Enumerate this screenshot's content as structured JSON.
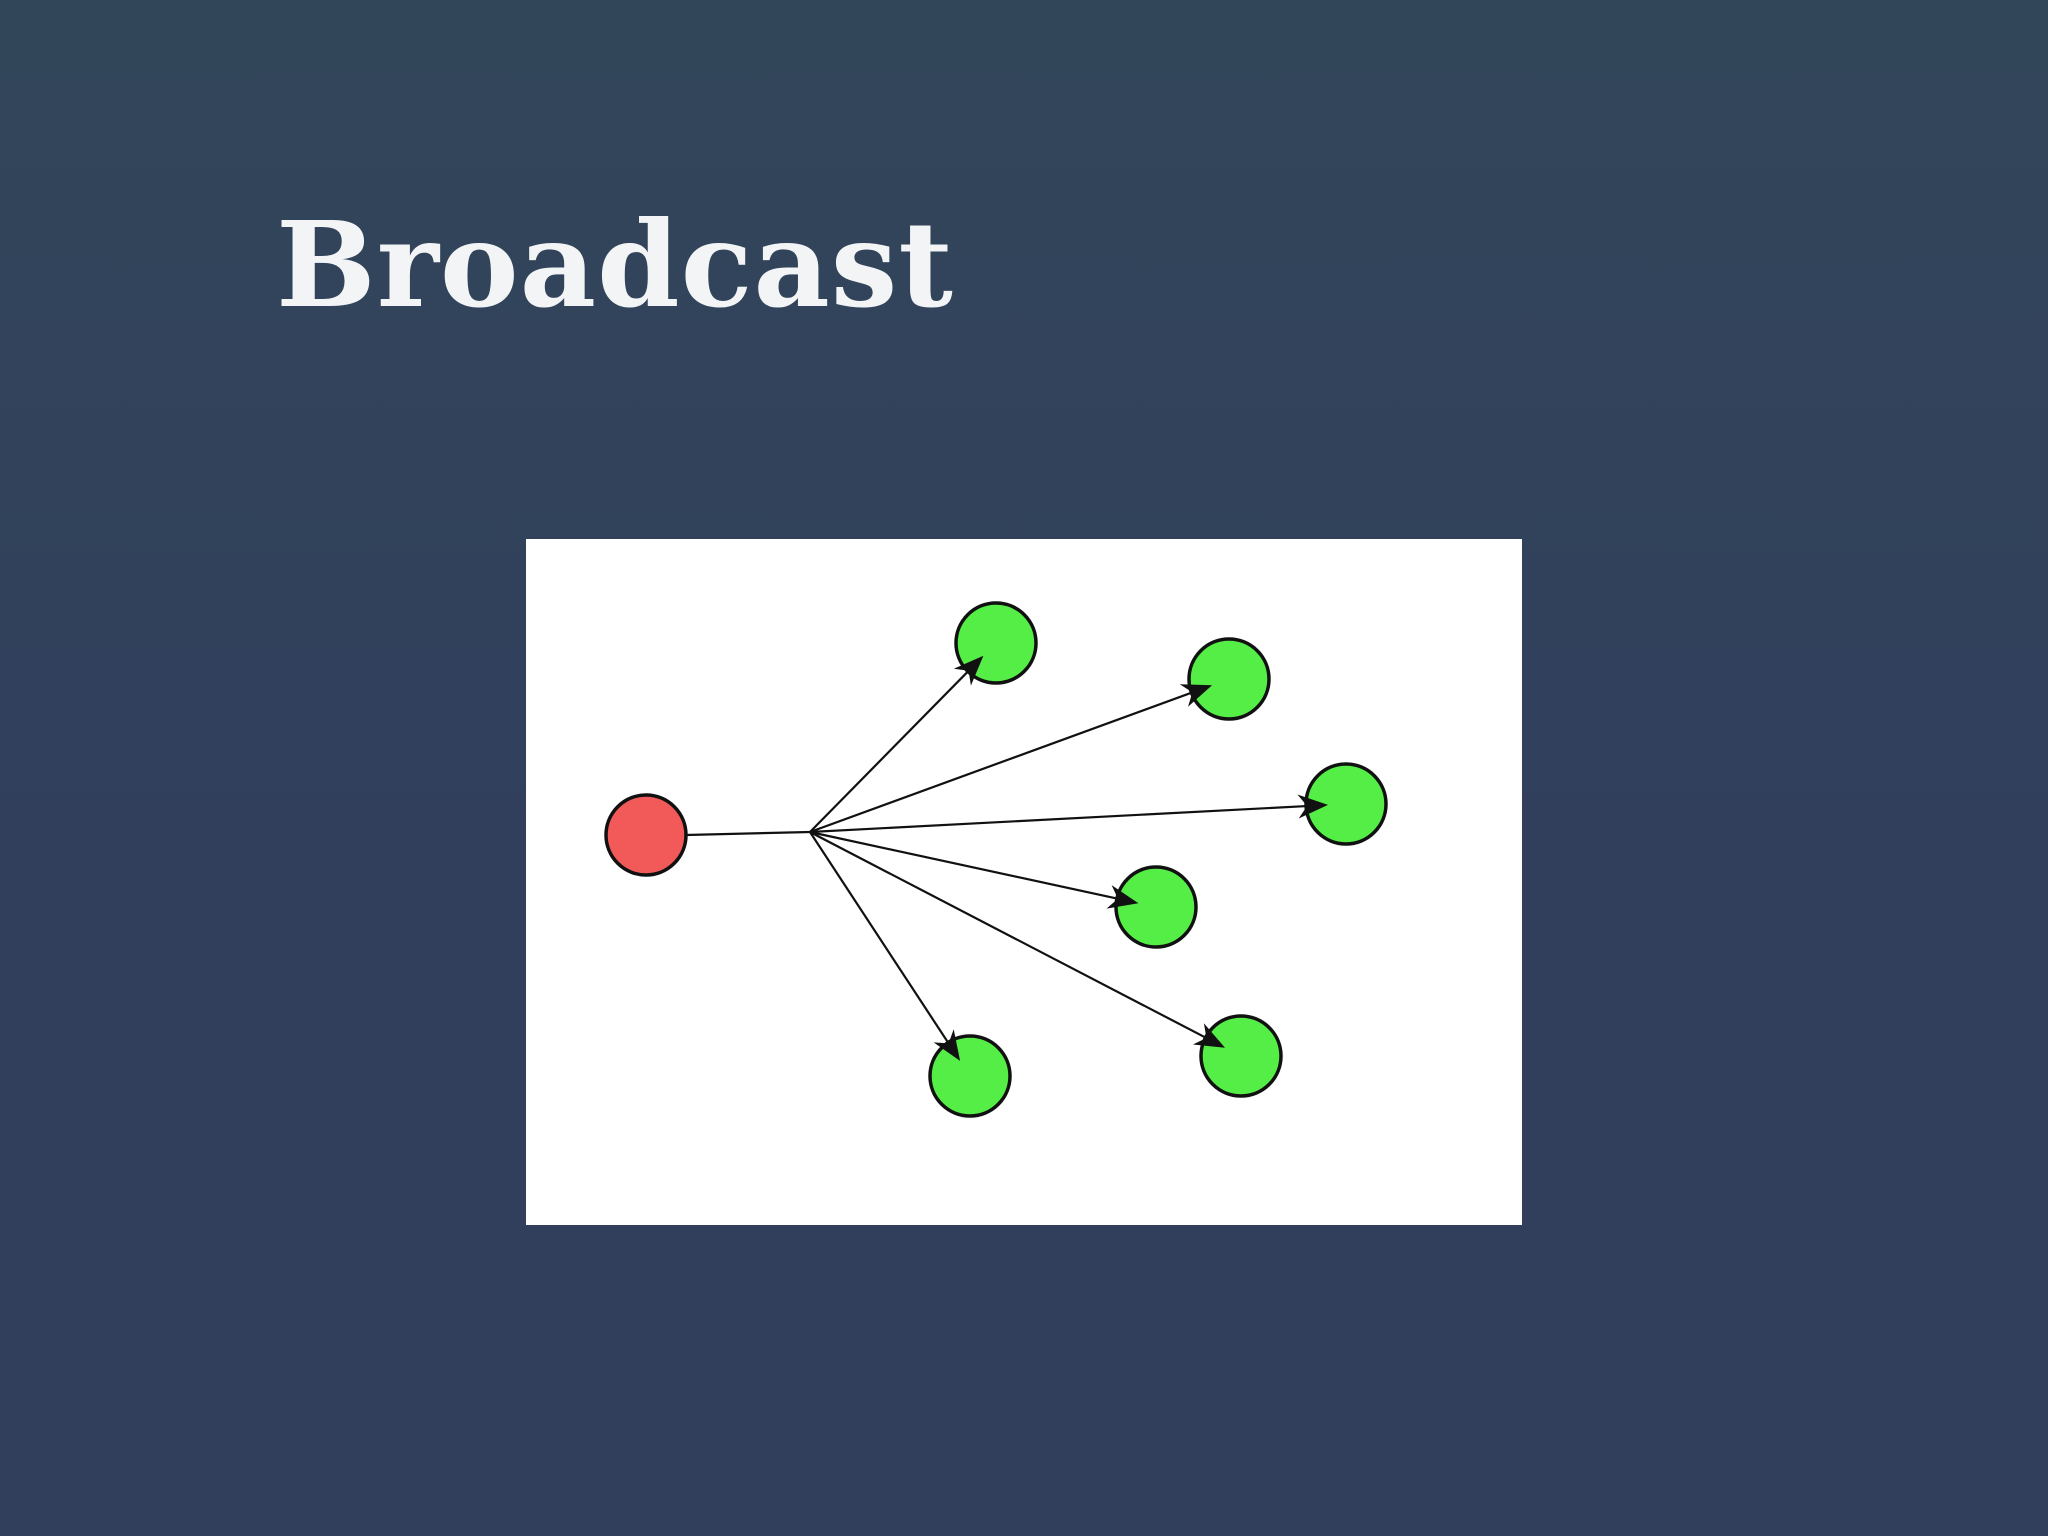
{
  "slide": {
    "title": "Broadcast"
  },
  "diagram": {
    "colors": {
      "background": "#323f5c",
      "title_text": "#f3f4f6",
      "panel": "#ffffff",
      "source_fill": "#f25a5a",
      "target_fill": "#55ee46",
      "stroke": "#111111"
    },
    "source_node": {
      "role": "sender"
    },
    "target_nodes": [
      {
        "role": "receiver"
      },
      {
        "role": "receiver"
      },
      {
        "role": "receiver"
      },
      {
        "role": "receiver"
      },
      {
        "role": "receiver"
      },
      {
        "role": "receiver"
      }
    ]
  }
}
